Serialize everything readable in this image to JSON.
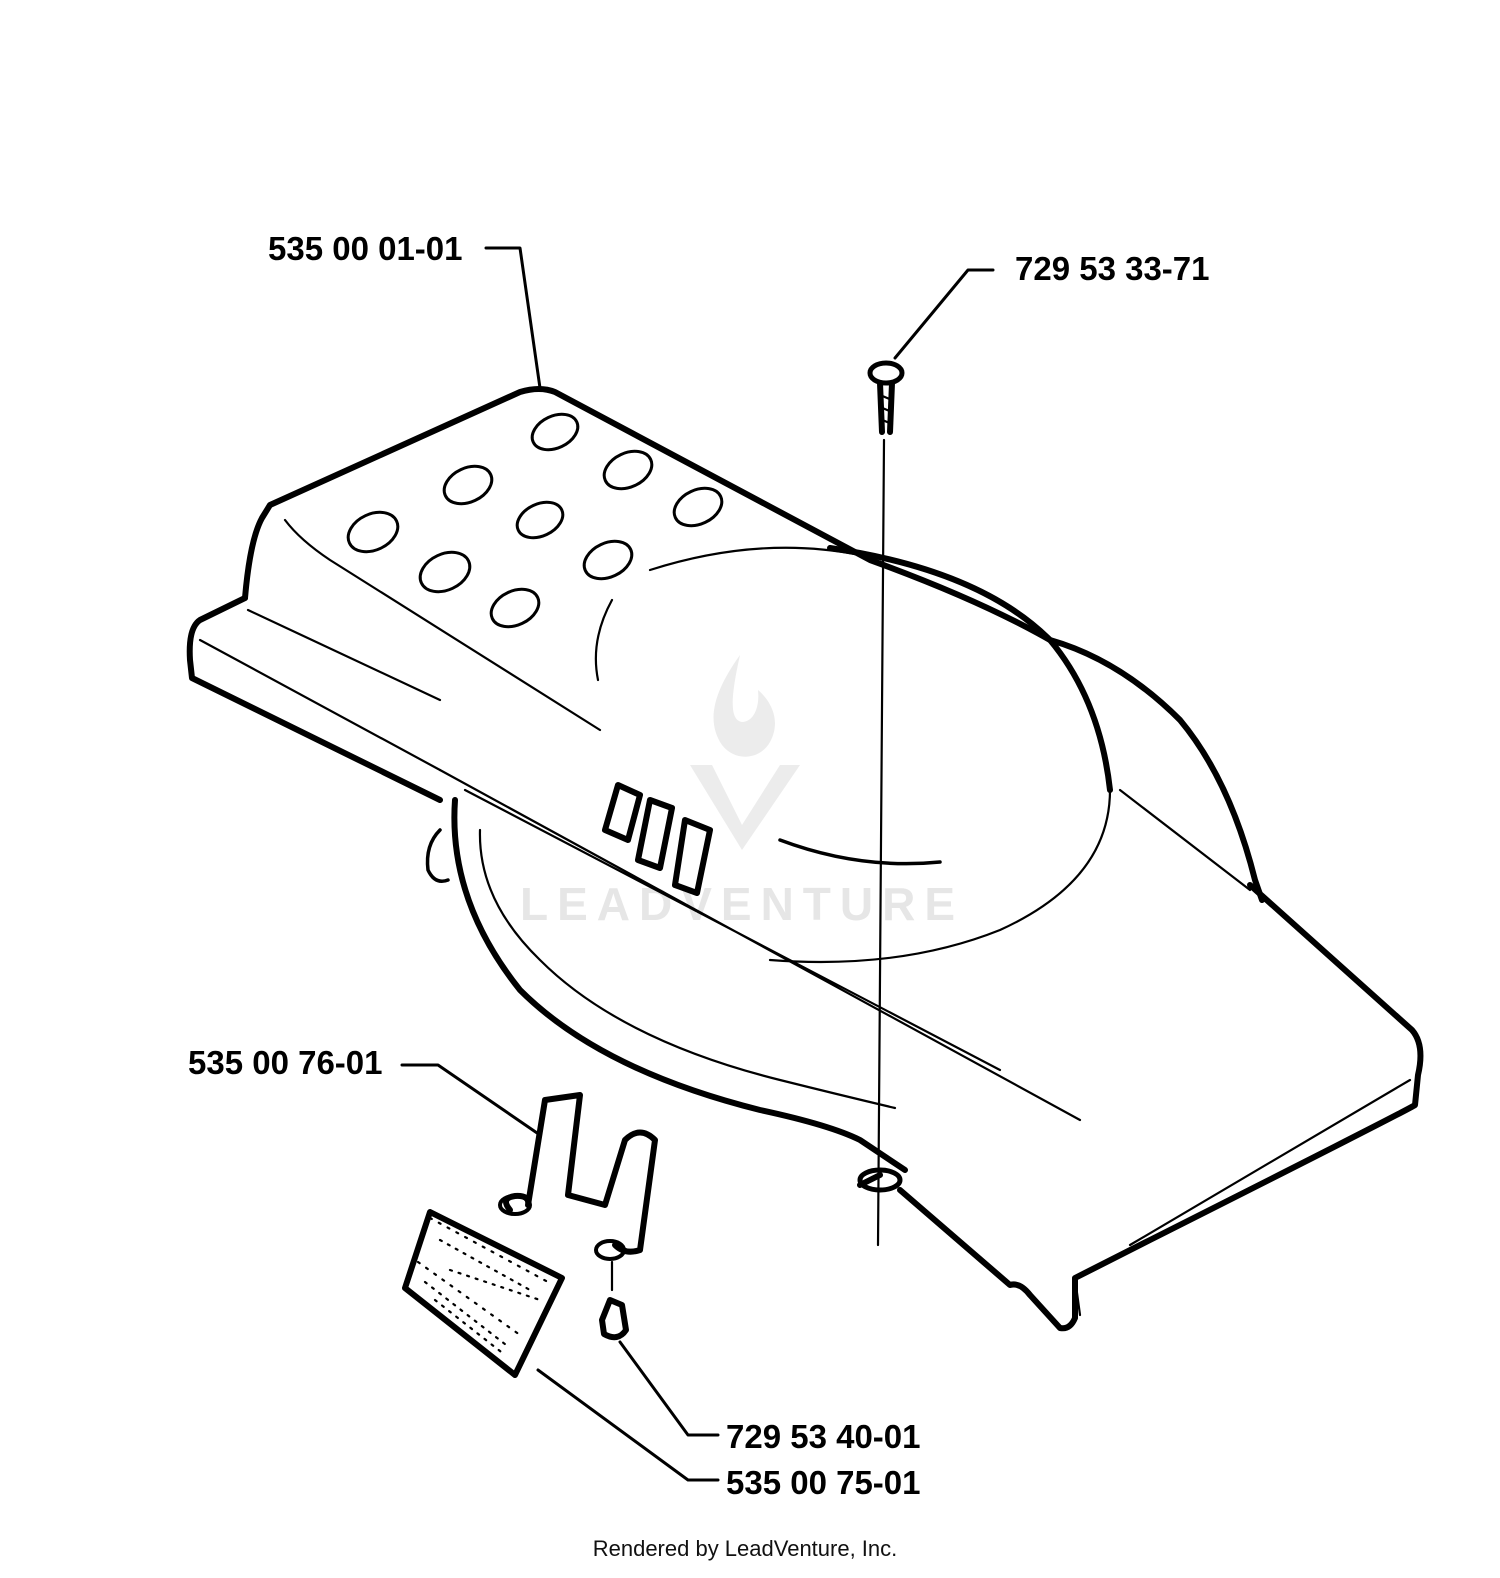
{
  "diagram": {
    "parts": [
      {
        "id": "cover",
        "number": "535 00 01-01"
      },
      {
        "id": "top-screw",
        "number": "729 53 33-71"
      },
      {
        "id": "bracket",
        "number": "535 00 76-01"
      },
      {
        "id": "small-screw",
        "number": "729 53 40-01"
      },
      {
        "id": "filter",
        "number": "535 00 75-01"
      }
    ]
  },
  "watermark": {
    "text": "LEADVENTURE",
    "color": "#e6e6e6",
    "icon": "flame-v-logo-icon"
  },
  "footer": {
    "credit": "Rendered by LeadVenture, Inc."
  },
  "colors": {
    "line": "#000000",
    "background": "#ffffff"
  }
}
